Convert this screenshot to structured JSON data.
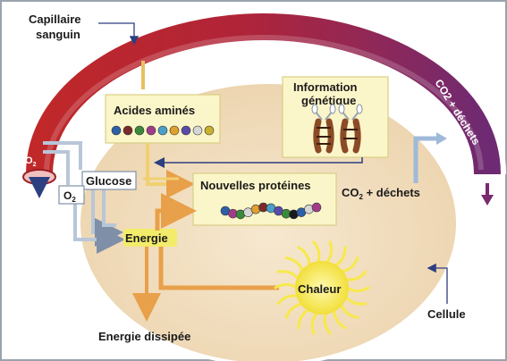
{
  "labels": {
    "capillary_line1": "Capillaire",
    "capillary_line2": "sanguin",
    "amino_acids": "Acides aminés",
    "genetic_info_line1": "Information",
    "genetic_info_line2": "génétique",
    "glucose": "Glucose",
    "o2_base": "O",
    "o2_sub": "2",
    "new_proteins": "Nouvelles protéines",
    "co2_waste_left_base": "CO",
    "co2_waste_left_sub": "2",
    "co2_waste_left_rest": " + déchets",
    "co2_waste_arc": "CO2 + déchets",
    "energy": "Energie",
    "heat": "Chaleur",
    "cell": "Cellule",
    "energy_dissipated": "Energie dissipée"
  },
  "colors": {
    "capillary_red": "#b8202c",
    "capillary_purple": "#7a2a6e",
    "cell_fill": "#f2dfc0",
    "box_fill": "#fbf6c9",
    "orange_arrow": "#e8a04a",
    "dark_blue_arrow": "#2c3f80",
    "light_blue_arrow": "#9fb9d9",
    "heat_yellow": "#f7e94b",
    "energy_highlight": "#f3ec6a"
  },
  "amino_bead_colors": [
    "#2d5fa8",
    "#7a2a2a",
    "#3b8a3b",
    "#a23c8a",
    "#4aa0c8",
    "#e0a030",
    "#5a4aa8",
    "#d6d6d6",
    "#c8b030"
  ],
  "protein_bead_colors": [
    "#2d5fa8",
    "#a23c8a",
    "#3b8a3b",
    "#d6d6d6",
    "#e0a030",
    "#7a2a2a",
    "#4aa0c8",
    "#5a4aa8",
    "#3b8a3b",
    "#1a1a1a",
    "#2d5fa8",
    "#d6d6d6",
    "#a23c8a"
  ]
}
